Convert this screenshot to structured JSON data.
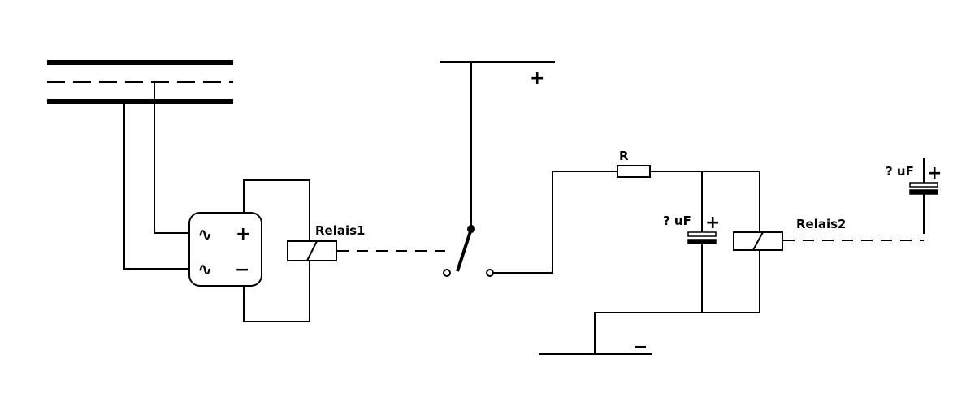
{
  "labels": {
    "relay1": "Relais1",
    "relay2": "Relais2",
    "resistor": "R",
    "cap1": "? uF",
    "cap2": "? uF"
  },
  "symbols": {
    "ac1": "∿",
    "ac2": "∿",
    "rect_plus": "+",
    "rect_minus": "−",
    "rail_plus": "+",
    "rail_minus": "−",
    "cap1_plus": "+",
    "cap2_plus": "+"
  },
  "colors": {
    "ink": "#000000",
    "background": "#ffffff"
  }
}
